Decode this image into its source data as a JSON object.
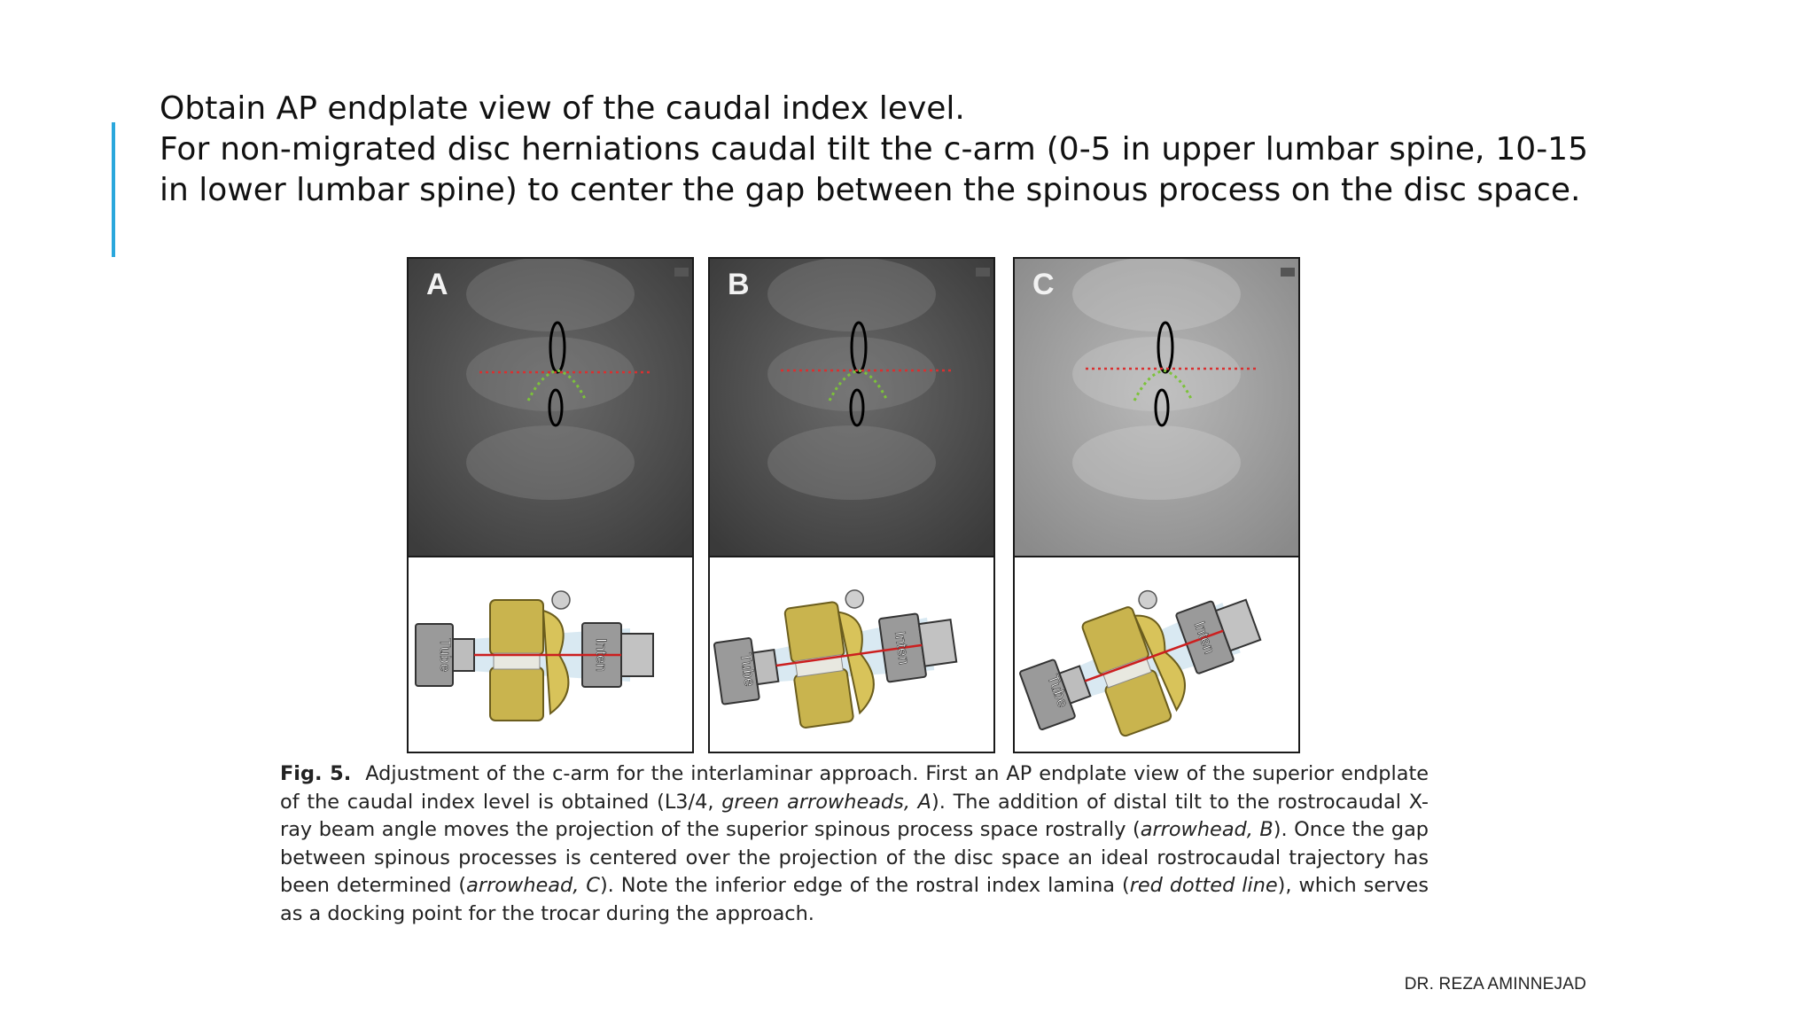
{
  "slide": {
    "line1": "Obtain AP endplate view of the caudal index level.",
    "line2": "For non-migrated disc herniations caudal tilt the c-arm (0-5 in upper lumbar spine, 10-15 in lower lumbar spine) to center the gap between the spinous process on the disc space.",
    "accent_color": "#2aa7dc"
  },
  "figure": {
    "panels": [
      {
        "letter": "A",
        "tube_label": "Tube",
        "inten_label": "Inten"
      },
      {
        "letter": "B",
        "tube_label": "Tube",
        "inten_label": "Inten"
      },
      {
        "letter": "C",
        "tube_label": "Tube",
        "inten_label": "Inten"
      }
    ],
    "caption": {
      "label": "Fig. 5.",
      "seg1": "Adjustment of the c-arm for the interlaminar approach. First an AP endplate view of the superior endplate of the caudal index level is obtained (L3/4, ",
      "it1": "green arrowheads, A",
      "seg2": "). The addition of distal tilt to the rostrocaudal X-ray beam angle moves the projection of the superior spinous process space rostrally (",
      "it2": "arrowhead, B",
      "seg3": "). Once the gap between spinous processes is centered over the projection of the disc space an ideal rostrocaudal trajectory has been determined (",
      "it3": "arrowhead, C",
      "seg4": "). Note the inferior edge of the rostral index lamina (",
      "it4": "red dotted line",
      "seg5": "), which serves as a docking point for the trocar during the approach."
    }
  },
  "footer": {
    "author": "DR. REZA AMINNEJAD"
  }
}
